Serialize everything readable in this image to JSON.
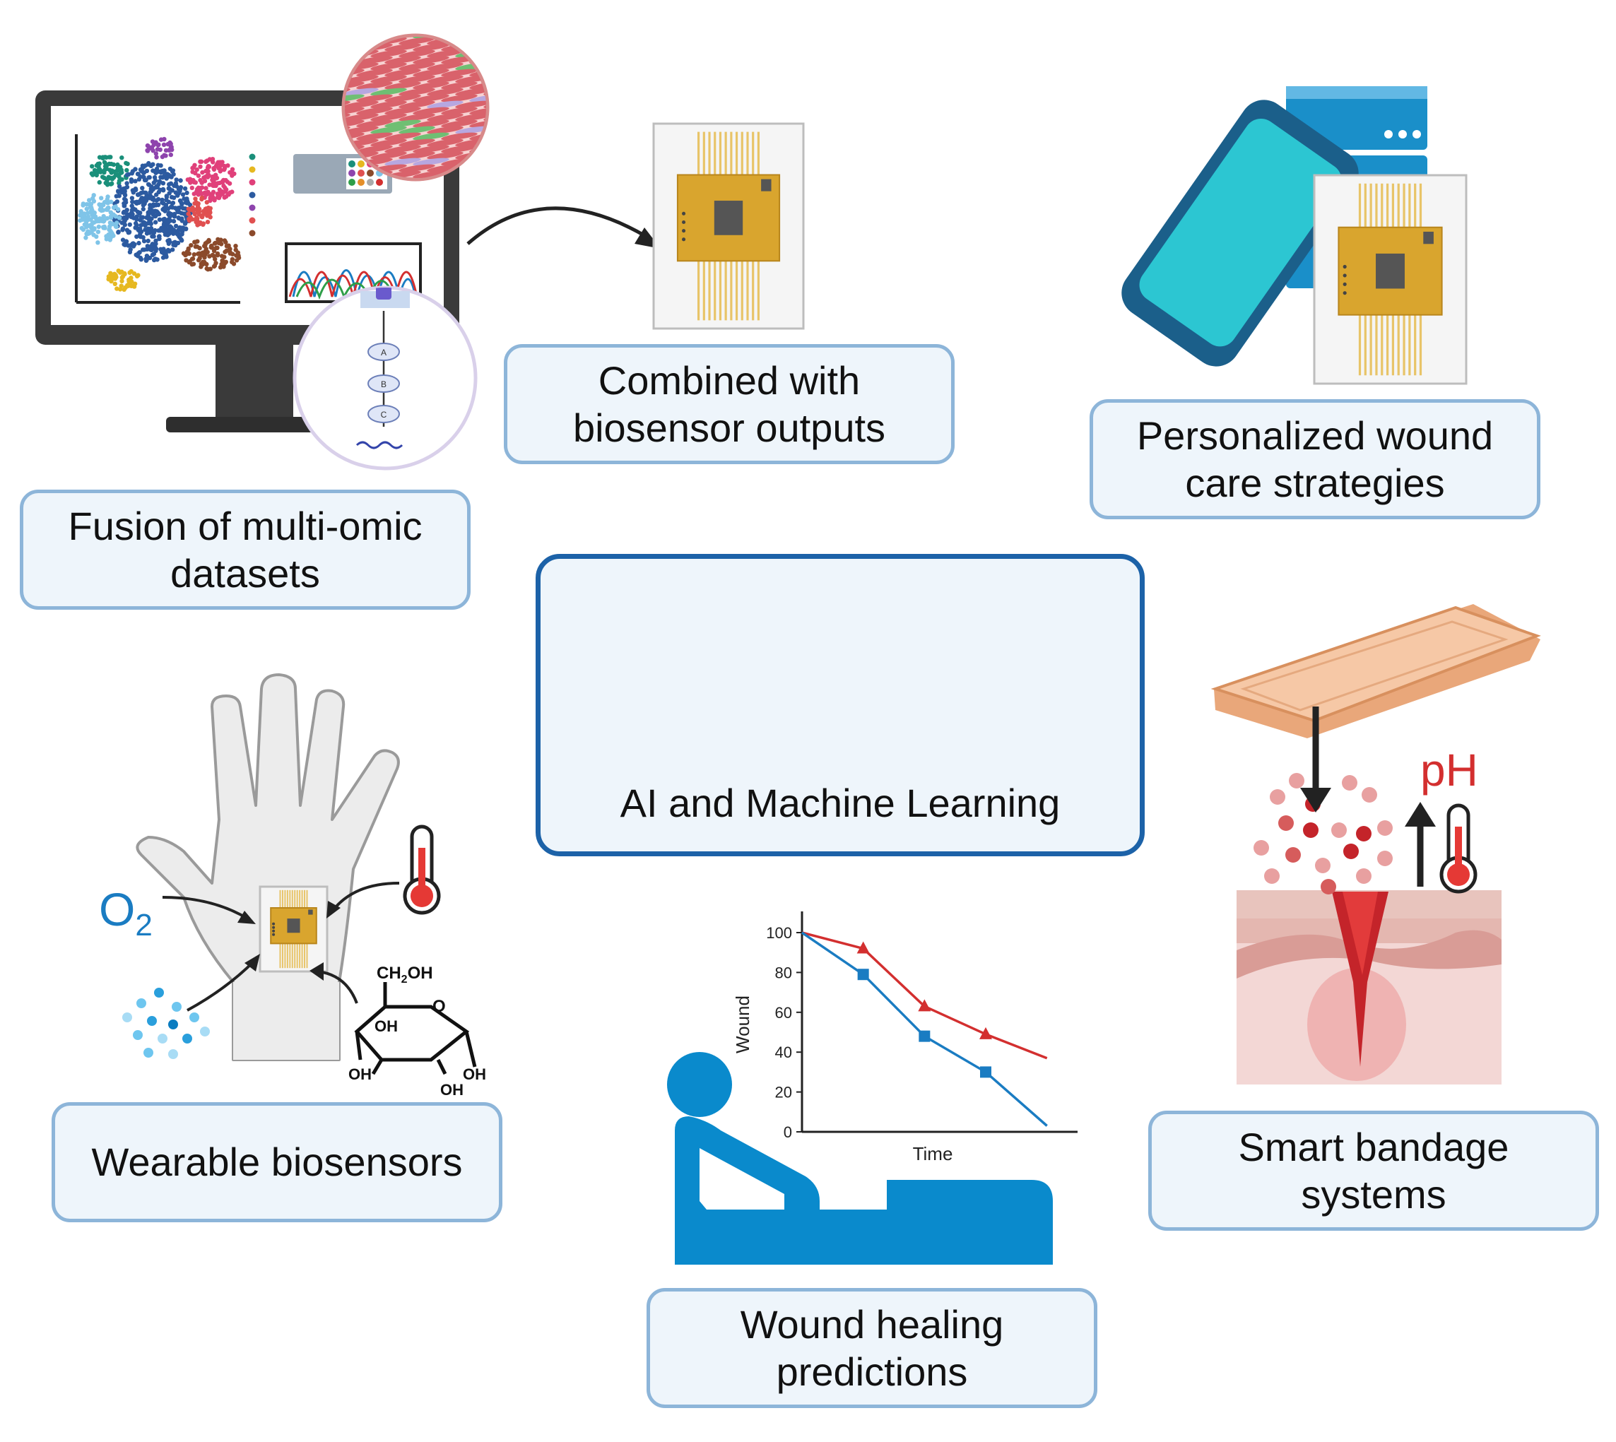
{
  "labels": {
    "fusion": [
      "Fusion of multi-omic",
      "datasets"
    ],
    "combined": [
      "Combined with",
      "biosensor outputs"
    ],
    "personalized": [
      "Personalized wound",
      "care strategies"
    ],
    "ai": "AI and Machine Learning",
    "wearable": "Wearable biosensors",
    "wound_pred": [
      "Wound healing",
      "predictions"
    ],
    "smart": [
      "Smart bandage",
      "systems"
    ]
  },
  "chem": {
    "o2": "O",
    "o2_sub": "2",
    "ch2oh": "CH",
    "ch2oh_sub": "2",
    "ch2oh_end": "OH",
    "ring_o": "O",
    "oh1": "OH",
    "oh2": "OH",
    "oh3": "OH",
    "oh4": "OH"
  },
  "ph_label": "pH",
  "pathway_nodes": [
    "A",
    "B",
    "C"
  ],
  "colors": {
    "box_border": "#8db5d9",
    "box_fill": "#eef5fb",
    "main_border": "#1c62a8",
    "nn_light": "#0e8fcf",
    "nn_dark": "#0b4f73",
    "series_red": "#d32f2f",
    "series_blue": "#1a7cc2",
    "patient_blue": "#0a8acc"
  },
  "chart_data": {
    "type": "line",
    "title": "",
    "xlabel": "Time",
    "ylabel": "Wound",
    "ylim": [
      0,
      100
    ],
    "yticks": [
      "0",
      "20",
      "40",
      "60",
      "80",
      "100"
    ],
    "x": [
      0,
      1,
      2,
      3,
      4
    ],
    "series": [
      {
        "color": "#d32f2f",
        "marker": "triangle",
        "values": [
          100,
          92,
          63,
          49,
          37
        ]
      },
      {
        "color": "#1a7cc2",
        "marker": "square",
        "values": [
          100,
          79,
          48,
          30,
          3
        ]
      }
    ]
  }
}
